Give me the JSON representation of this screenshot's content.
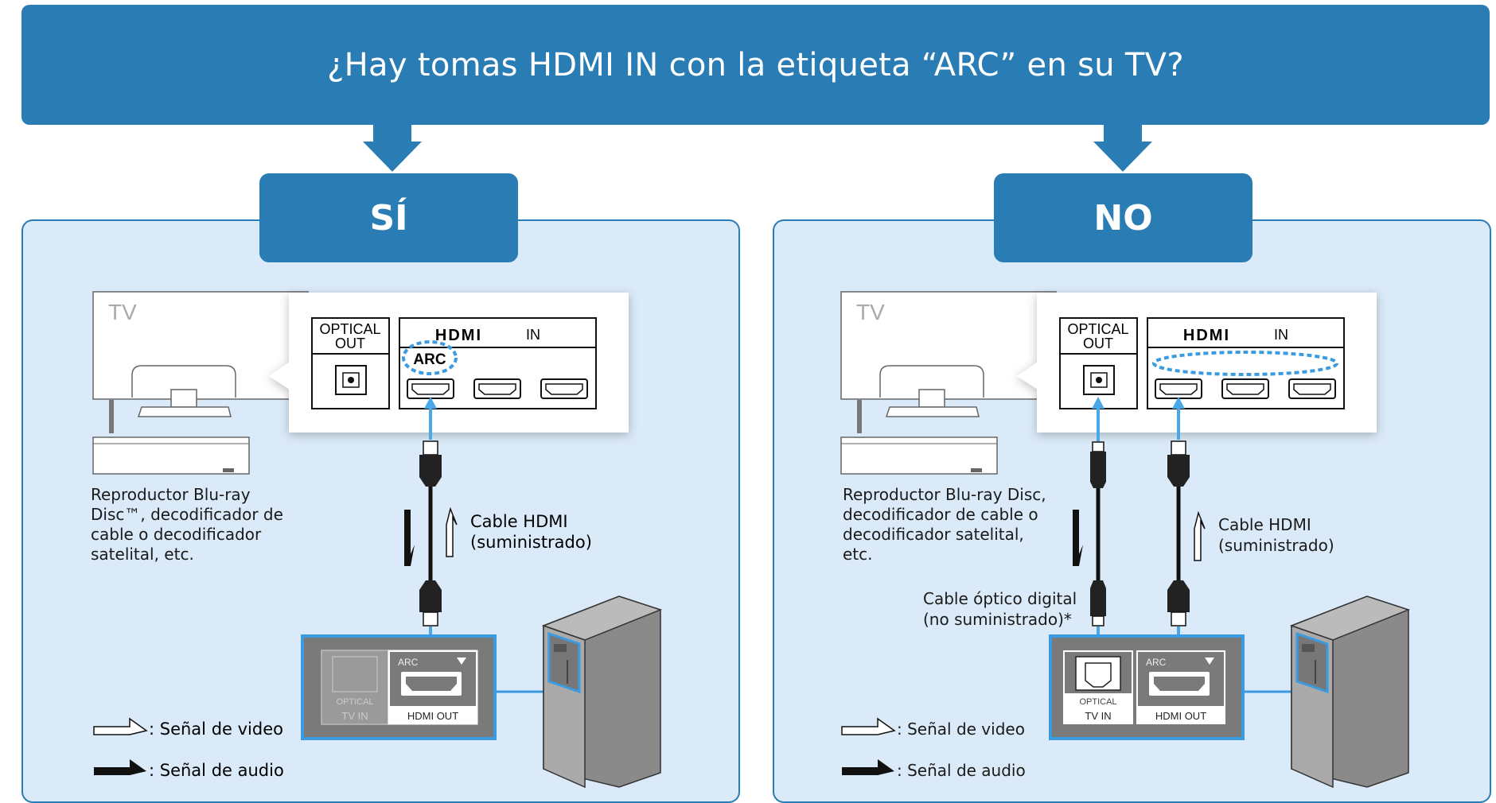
{
  "header": {
    "question": "¿Hay tomas HDMI IN con la etiqueta “ARC” en su TV?"
  },
  "colors": {
    "primary_blue": "#2a7db4",
    "panel_bg": "#daeaf8",
    "signal_blue": "#4aa8e8",
    "soundbar_gray": "#7a7a7a"
  },
  "yes": {
    "tab": "SÍ",
    "tv_label": "TV",
    "optical_out": [
      "OPTICAL",
      "OUT"
    ],
    "hdmi_in": "IN",
    "hdmi_logo": "HDMI",
    "arc": "ARC",
    "device_text": [
      "Reproductor Blu-ray",
      "Disc™, decodificador de",
      "cable o decodificador",
      "satelital, etc."
    ],
    "cable_label": [
      "Cable HDMI",
      "(suministrado)"
    ],
    "soundbar": {
      "optical": "OPTICAL",
      "tv_in": "TV IN",
      "arc": "ARC",
      "hdmi_out": "HDMI OUT"
    },
    "legend": {
      "video": ": Señal de video",
      "audio": ": Señal de audio"
    }
  },
  "no": {
    "tab": "NO",
    "tv_label": "TV",
    "optical_out": [
      "OPTICAL",
      "OUT"
    ],
    "hdmi_in": "IN",
    "hdmi_logo": "HDMI",
    "device_text": [
      "Reproductor Blu-ray Disc,",
      "decodificador de cable o",
      "decodificador satelital,",
      "etc."
    ],
    "cable_label": [
      "Cable HDMI",
      "(suministrado)"
    ],
    "optical_cable_label": [
      "Cable óptico digital",
      "(no suministrado)*"
    ],
    "soundbar": {
      "optical": "OPTICAL",
      "tv_in": "TV IN",
      "arc": "ARC",
      "hdmi_out": "HDMI OUT"
    },
    "legend": {
      "video": ": Señal de video",
      "audio": ": Señal de audio"
    }
  }
}
